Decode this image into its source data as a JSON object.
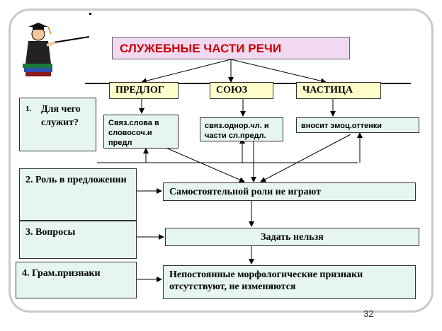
{
  "title": "СЛУЖЕБНЫЕ ЧАСТИ РЕЧИ",
  "parts": [
    "ПРЕДЛОГ",
    "СОЮЗ",
    "ЧАСТИЦА"
  ],
  "functions": {
    "predlog": "Связ.слова в словосоч.и предл",
    "soyuz": "связ.однор.чл. и части сл.предл.",
    "chastica": "вносит эмоц.оттенки"
  },
  "questions": {
    "q1_num": "1.",
    "q1_text": "Для чего служит?",
    "q2": "2. Роль в предложении",
    "q3": "3. Вопросы",
    "q4": "4. Грам.признаки"
  },
  "answers": {
    "role": "Самостоятельной роли не играют",
    "questions": "Задать нельзя",
    "features": "Непостоянные морфологические признаки отсутствуют, не изменяются"
  },
  "page_number": "32",
  "colors": {
    "title_text": "#cc0000",
    "title_bg": "#f2d9f2",
    "part_bg": "#ffffcc",
    "box_bg": "#e6f5f0"
  },
  "icons": [
    "teacher-with-pointer-icon"
  ]
}
